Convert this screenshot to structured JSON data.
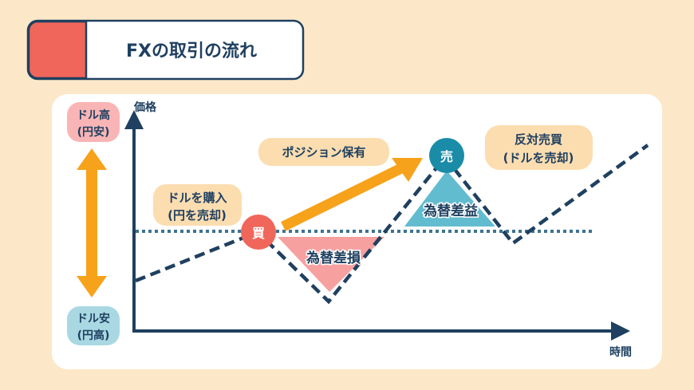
{
  "title": "FXの取引の流れ",
  "axis": {
    "y_label": "価格",
    "x_label": "時間"
  },
  "side": {
    "high": [
      "ドル高",
      "(円安)"
    ],
    "low": [
      "ドル安",
      "(円高)"
    ]
  },
  "labels": {
    "buy_action": [
      "ドルを購入",
      "(円を売却)"
    ],
    "hold": "ポジション保有",
    "reverse": [
      "反対売買",
      "(ドルを売却)"
    ],
    "buy_mark": "買",
    "sell_mark": "売",
    "loss": "為替差損",
    "profit": "為替差益"
  },
  "colors": {
    "background": "#FCE8C8",
    "navy": "#1F4060",
    "red": "#F0665A",
    "orange": "#F7A21B",
    "pink": "#F6A0A0",
    "teal": "#62BCCF",
    "sell_circle": "#1A8CA8"
  }
}
